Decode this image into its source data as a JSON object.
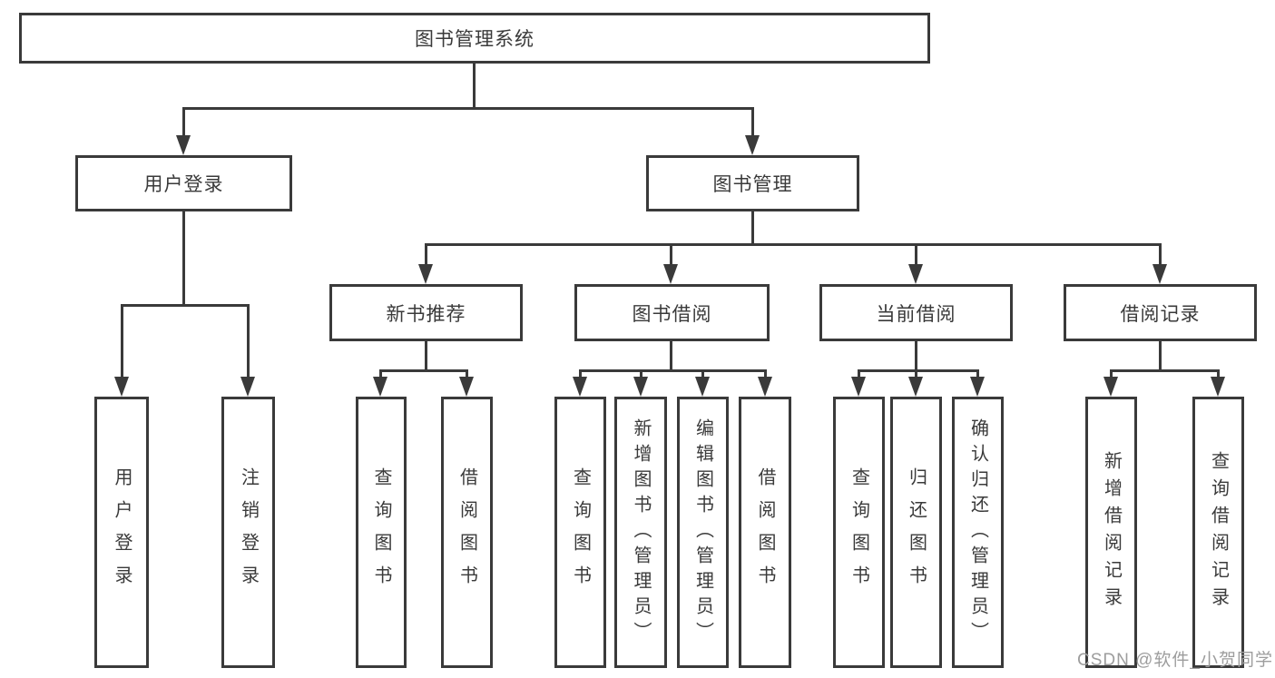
{
  "tree": {
    "label": "图书管理系统",
    "children": [
      {
        "label": "用户登录",
        "children": [
          {
            "label": "用户登录"
          },
          {
            "label": "注销登录"
          }
        ]
      },
      {
        "label": "图书管理",
        "children": [
          {
            "label": "新书推荐",
            "children": [
              {
                "label": "查询图书"
              },
              {
                "label": "借阅图书"
              }
            ]
          },
          {
            "label": "图书借阅",
            "children": [
              {
                "label": "查询图书"
              },
              {
                "label": "新增图书（管理员）"
              },
              {
                "label": "编辑图书（管理员）"
              },
              {
                "label": "借阅图书"
              }
            ]
          },
          {
            "label": "当前借阅",
            "children": [
              {
                "label": "查询图书"
              },
              {
                "label": "归还图书"
              },
              {
                "label": "确认归还（管理员）"
              }
            ]
          },
          {
            "label": "借阅记录",
            "children": [
              {
                "label": "新增借阅记录"
              },
              {
                "label": "查询借阅记录"
              }
            ]
          }
        ]
      }
    ]
  },
  "watermark": {
    "text": "CSDN @软件_小贺同学"
  },
  "colors": {
    "line": "#3a3a3a",
    "text": "#3a3a3a",
    "background": "#ffffff",
    "watermark": "#9d9d9d"
  }
}
